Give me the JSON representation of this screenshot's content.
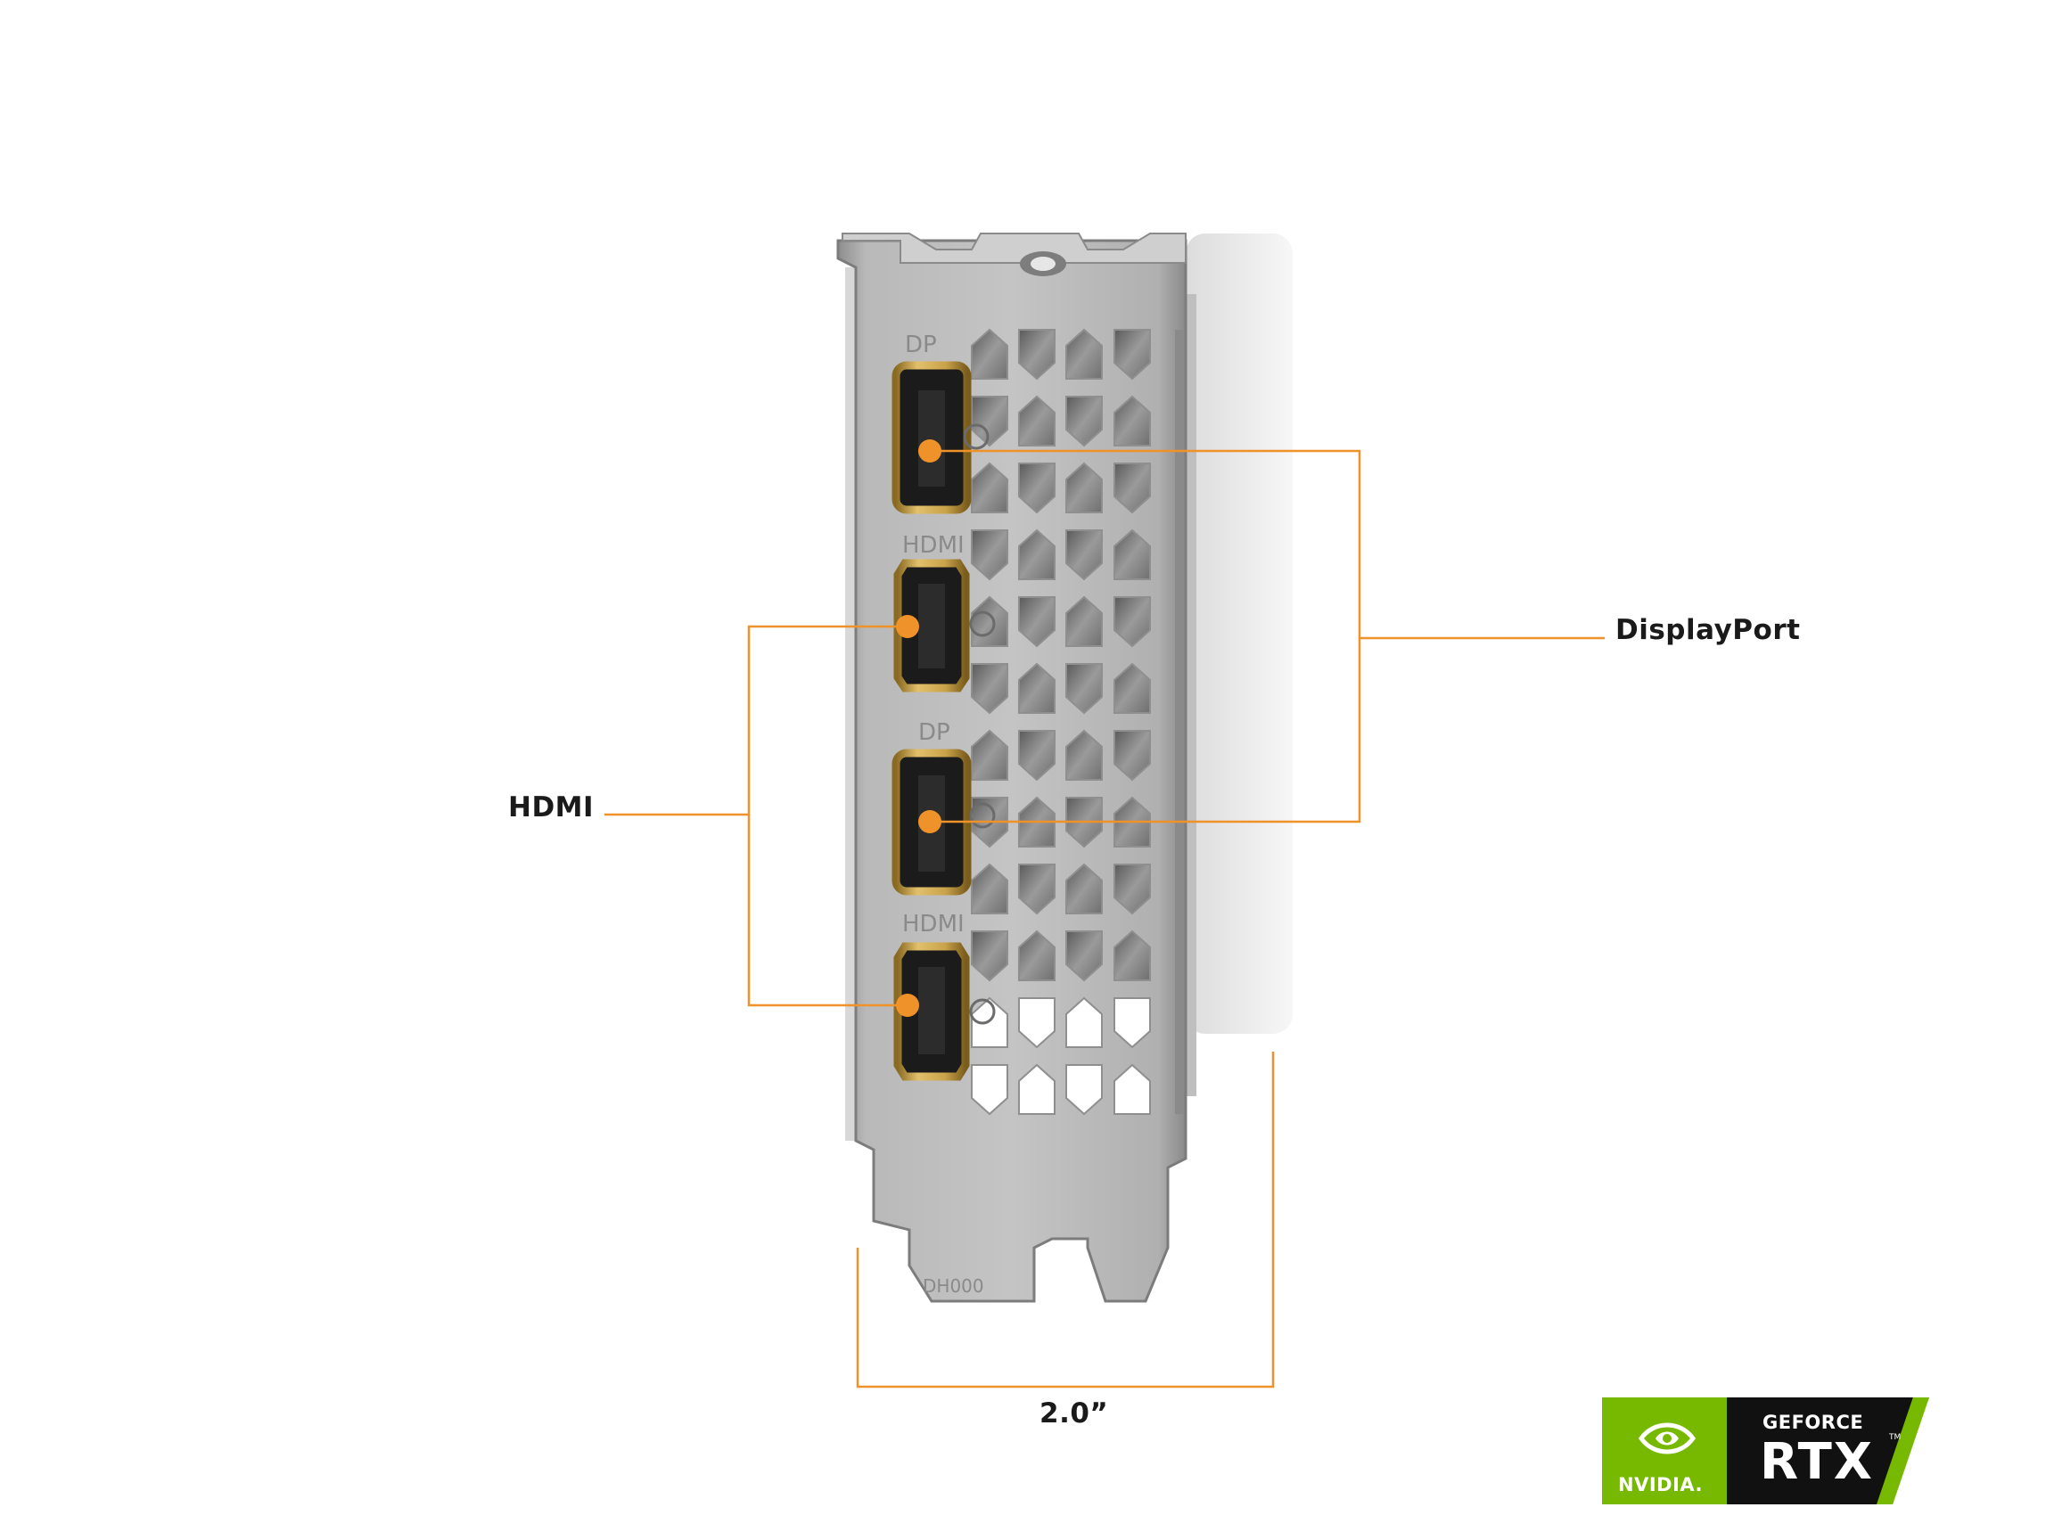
{
  "callouts": {
    "hdmi": "HDMI",
    "displayport": "DisplayPort",
    "width": "2.0”"
  },
  "bracket_markings": {
    "dp_top": "DP",
    "hdmi_upper": "HDMI",
    "dp_lower": "DP",
    "hdmi_lower": "HDMI",
    "stamp": "DH000"
  },
  "badge": {
    "brand": "NVIDIA.",
    "line1": "GEFORCE",
    "line2": "RTX",
    "trademark": "TM"
  },
  "colors": {
    "accent": "#f0922a",
    "nvidia_green": "#76b900",
    "badge_dark": "#111111",
    "port_gold": "#c9a24a"
  }
}
